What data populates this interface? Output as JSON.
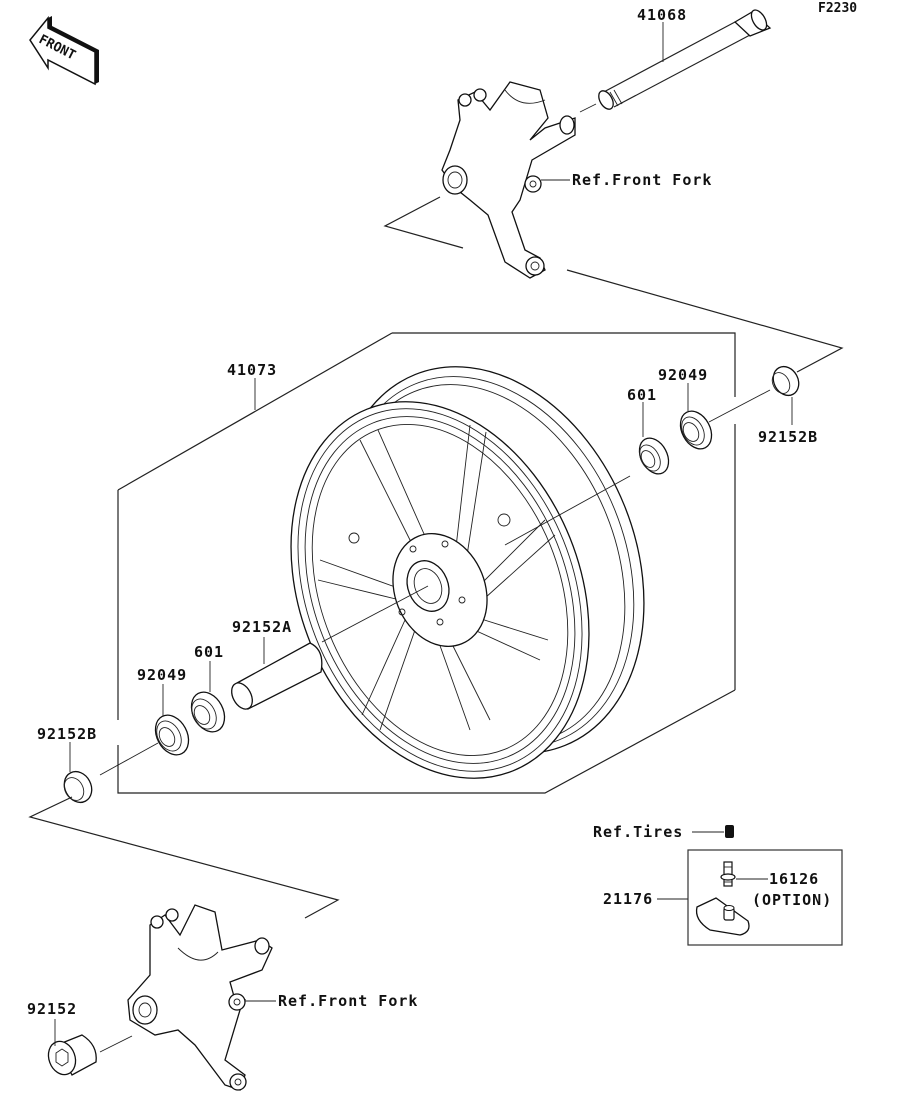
{
  "diagram": {
    "code": "F2230",
    "front_badge": "FRONT",
    "callouts": [
      {
        "id": "axle",
        "part_no": "41068"
      },
      {
        "id": "fork-top-ref",
        "part_no": "Ref.Front Fork"
      },
      {
        "id": "wheel",
        "part_no": "41073"
      },
      {
        "id": "bearing-right",
        "part_no": "601"
      },
      {
        "id": "seal-right",
        "part_no": "92049"
      },
      {
        "id": "collar-right",
        "part_no": "92152B"
      },
      {
        "id": "spacer",
        "part_no": "92152A"
      },
      {
        "id": "bearing-left",
        "part_no": "601"
      },
      {
        "id": "seal-left",
        "part_no": "92049"
      },
      {
        "id": "collar-left",
        "part_no": "92152B"
      },
      {
        "id": "tires-ref",
        "part_no": "Ref.Tires"
      },
      {
        "id": "valve-bolt",
        "part_no": "16126"
      },
      {
        "id": "option-note",
        "part_no": "(OPTION)"
      },
      {
        "id": "balance-weight",
        "part_no": "21176"
      },
      {
        "id": "fork-bottom-ref",
        "part_no": "Ref.Front Fork"
      },
      {
        "id": "axle-nut",
        "part_no": "92152"
      }
    ]
  }
}
